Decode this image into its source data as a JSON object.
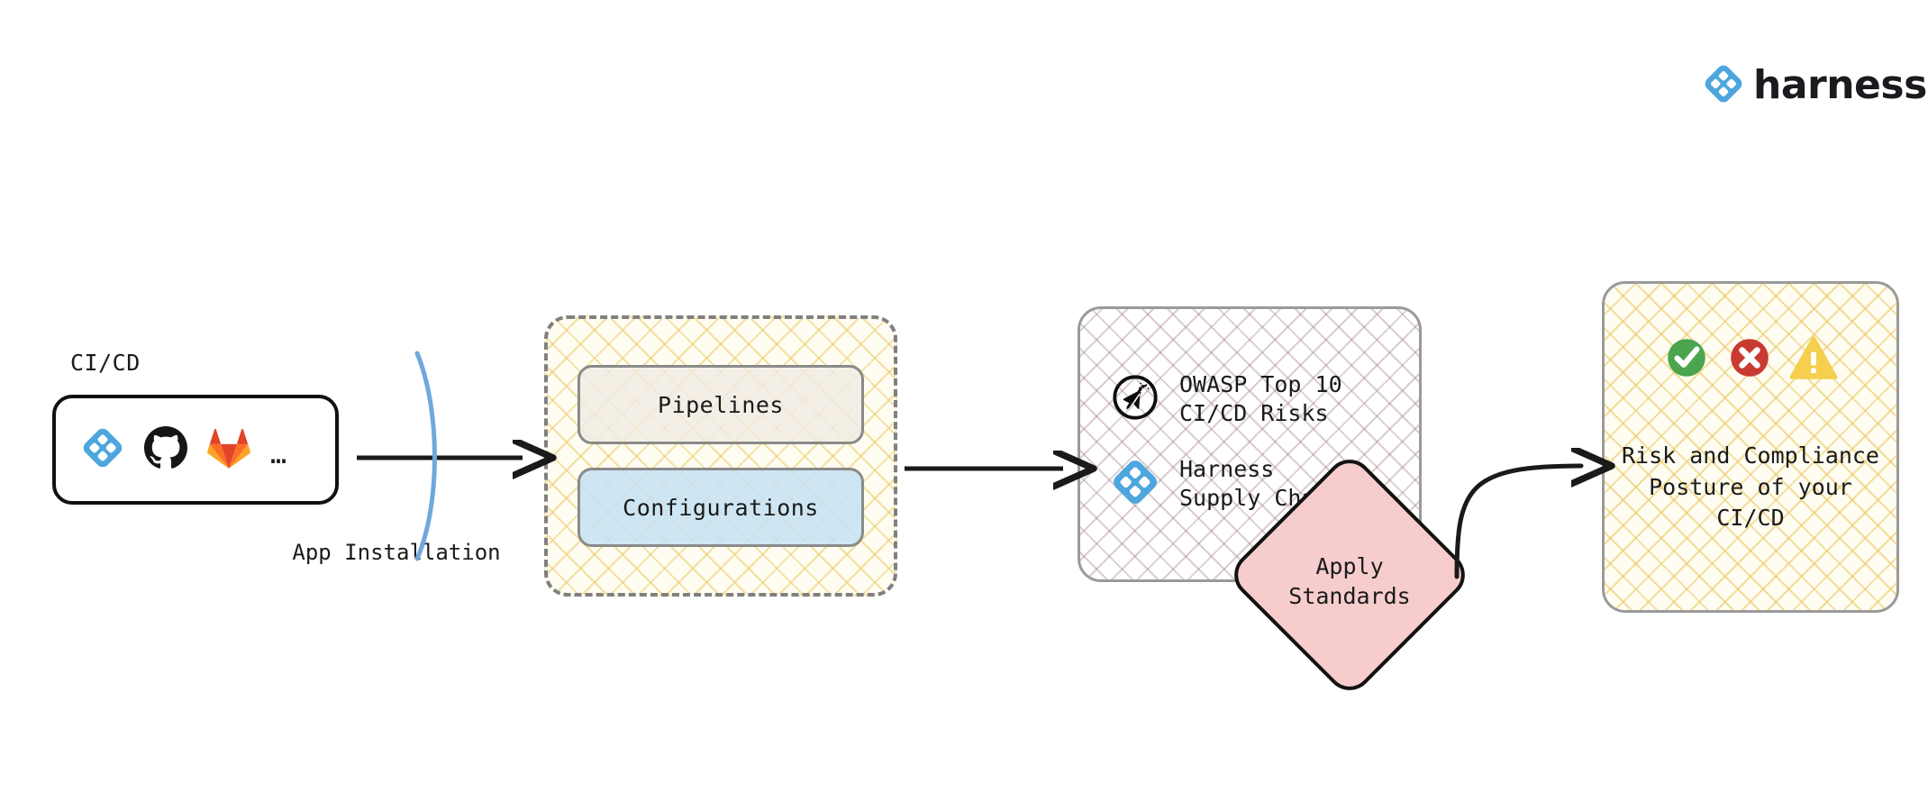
{
  "brand": {
    "name": "harness",
    "logo_icon": "harness-diamond-logo",
    "accent_color": "#4DA6DE"
  },
  "stage_source": {
    "label": "CI/CD",
    "tools": [
      {
        "icon": "harness-icon",
        "name": "Harness",
        "color": "#4DA6DE"
      },
      {
        "icon": "github-icon",
        "name": "GitHub",
        "color": "#161614"
      },
      {
        "icon": "gitlab-icon",
        "name": "GitLab",
        "color": "#E24329"
      }
    ],
    "more_indicator": "…"
  },
  "connector_app_install": {
    "label": "App\nInstallation",
    "boundary_color": "#6FA8DC",
    "arrow_color": "#1a1a1a"
  },
  "stage_assets": {
    "cards": [
      {
        "label": "Pipelines",
        "fill": "#F0ECE4"
      },
      {
        "label": "Configurations",
        "fill": "#C6E2F4"
      }
    ],
    "border_style": "dashed",
    "border_color": "#808080",
    "hatch_color": "#E9C75D"
  },
  "stage_standards": {
    "items": [
      {
        "icon": "owasp-icon",
        "label": "OWASP Top 10\nCI/CD Risks"
      },
      {
        "icon": "harness-icon",
        "label": "Harness\nSupply Chain"
      }
    ],
    "border_color": "#9A9A9A",
    "hatch_color": "#966E6E"
  },
  "decision_apply": {
    "label": "Apply\nStandards",
    "fill": "#F6CDCC",
    "border_color": "#131313"
  },
  "stage_outcome": {
    "status_icons": [
      {
        "icon": "check-circle-icon",
        "name": "pass",
        "color": "#4CA44E"
      },
      {
        "icon": "x-circle-icon",
        "name": "fail",
        "color": "#C93B32"
      },
      {
        "icon": "warning-triangle-icon",
        "name": "warning",
        "color": "#F5CF4D"
      }
    ],
    "label": "Risk and Compliance\nPosture of your\nCI/CD",
    "border_color": "#9A9A9A",
    "hatch_color": "#E9C75D"
  }
}
